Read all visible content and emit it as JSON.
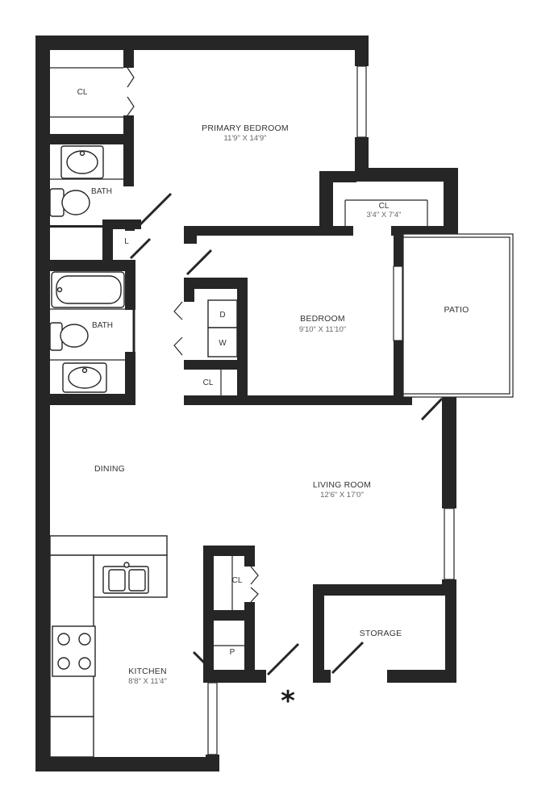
{
  "rooms": {
    "primary_bedroom": {
      "name": "PRIMARY BEDROOM",
      "size": "11'9\" X 14'9\""
    },
    "bedroom": {
      "name": "BEDROOM",
      "size": "9'10\" X 11'10\""
    },
    "living_room": {
      "name": "LIVING ROOM",
      "size": "12'6\" X 17'0\""
    },
    "kitchen": {
      "name": "KITCHEN",
      "size": "8'8\" X 11'4\""
    },
    "dining": {
      "name": "DINING"
    },
    "patio": {
      "name": "PATIO"
    },
    "storage": {
      "name": "STORAGE"
    },
    "bath_upper": {
      "name": "BATH"
    },
    "bath_lower": {
      "name": "BATH"
    },
    "closet_walkin": {
      "name": "CL",
      "size": "3'4\" X 7'4\""
    },
    "closet_primary": {
      "name": "CL"
    },
    "closet_laundry": {
      "name": "CL"
    },
    "closet_hall": {
      "name": "CL"
    },
    "linen": {
      "name": "L"
    },
    "pantry": {
      "name": "P"
    },
    "dryer": {
      "name": "D"
    },
    "washer": {
      "name": "W"
    }
  },
  "entry_marker": "*"
}
